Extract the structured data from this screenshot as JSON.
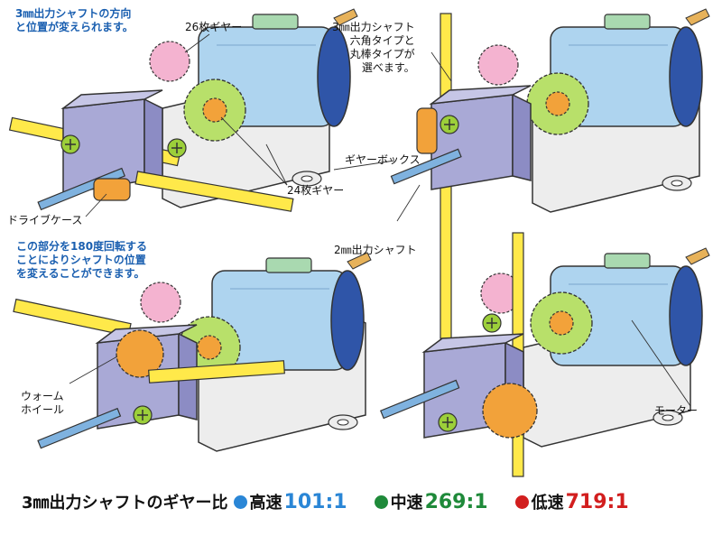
{
  "labels": {
    "note_top": "3㎜出力シャフトの方向\nと位置が変えられます。",
    "gear26": "26枚ギヤー",
    "shaft3_types": "3㎜出力シャフト\n六角タイプと\n丸棒タイプが\n選べます。",
    "gearbox": "ギヤーボックス",
    "gear24": "24枚ギヤー",
    "drive_case": "ドライブケース",
    "note_rotate": "この部分を180度回転する\nことによりシャフトの位置\nを変えることができます。",
    "shaft2": "2㎜出力シャフト",
    "worm_wheel": "ウォーム\nホイール",
    "motor": "モーター"
  },
  "ratios": {
    "heading": "3㎜出力シャフトのギヤー比",
    "items": [
      {
        "name": "高速",
        "value": "101:1",
        "color": "#2a86d6"
      },
      {
        "name": "中速",
        "value": "269:1",
        "color": "#1f8a3a"
      },
      {
        "name": "低速",
        "value": "719:1",
        "color": "#d21e1e"
      }
    ]
  },
  "colors": {
    "motor_body": "#aed4ef",
    "motor_cap": "#2f55a8",
    "gearbox_case": "#a9a9d6",
    "bracket": "#e6e6e6",
    "yellow_shaft": "#ffe94a",
    "blue_shaft": "#7fb2df",
    "green_gear": "#b8e06a",
    "pink_gear": "#f4b3d0",
    "orange_gear": "#f2a23a",
    "screw": "#9ccf3a"
  }
}
